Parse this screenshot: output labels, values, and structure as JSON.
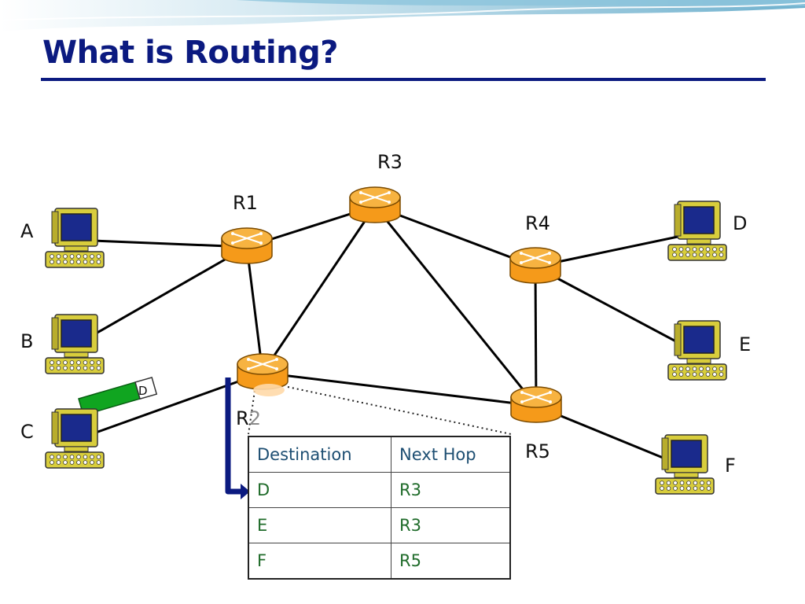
{
  "slide": {
    "title": "What is Routing?"
  },
  "colors": {
    "title": "#0b1a80",
    "router_body": "#f59a1a",
    "router_top": "#f7b341",
    "computer_body": "#d8cd3c",
    "computer_screen": "#1a2a8c",
    "packet": "#10a520",
    "arrow": "#0b1a80",
    "table_header_text": "#1d4e72",
    "table_cell_text": "#1f6b2a"
  },
  "hosts": [
    {
      "id": "A",
      "label": "A"
    },
    {
      "id": "B",
      "label": "B"
    },
    {
      "id": "C",
      "label": "C"
    },
    {
      "id": "D",
      "label": "D"
    },
    {
      "id": "E",
      "label": "E"
    },
    {
      "id": "F",
      "label": "F"
    }
  ],
  "routers": [
    {
      "id": "R1",
      "label": "R1"
    },
    {
      "id": "R2",
      "label_main": "R",
      "label_tail": "2"
    },
    {
      "id": "R3",
      "label": "R3"
    },
    {
      "id": "R4",
      "label": "R4"
    },
    {
      "id": "R5",
      "label": "R5"
    }
  ],
  "links": [
    [
      "A",
      "R1"
    ],
    [
      "B",
      "R1"
    ],
    [
      "C",
      "R2"
    ],
    [
      "R1",
      "R3"
    ],
    [
      "R1",
      "R2"
    ],
    [
      "R2",
      "R3"
    ],
    [
      "R2",
      "R5"
    ],
    [
      "R3",
      "R4"
    ],
    [
      "R3",
      "R5"
    ],
    [
      "R4",
      "R5"
    ],
    [
      "R4",
      "D"
    ],
    [
      "R4",
      "E"
    ],
    [
      "R5",
      "F"
    ]
  ],
  "packet": {
    "destination_label": "D"
  },
  "routing_table": {
    "router": "R2",
    "headers": [
      "Destination",
      "Next Hop"
    ],
    "rows": [
      [
        "D",
        "R3"
      ],
      [
        "E",
        "R3"
      ],
      [
        "F",
        "R5"
      ]
    ]
  }
}
